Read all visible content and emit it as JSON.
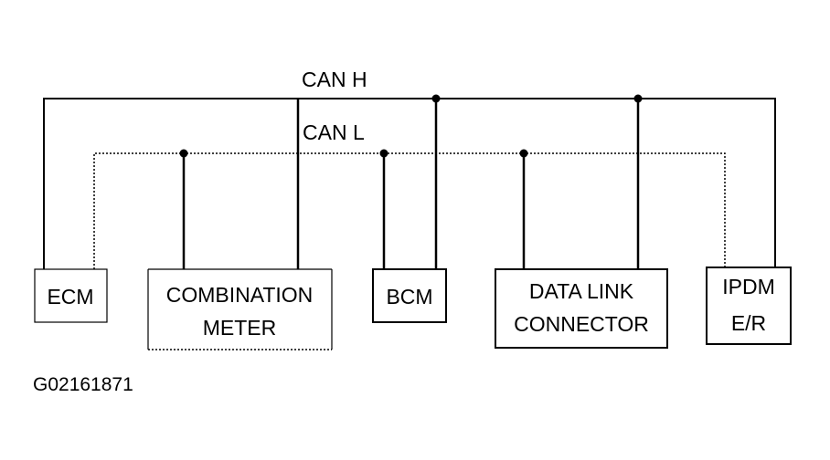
{
  "bus": {
    "can_h_label": "CAN H",
    "can_l_label": "CAN L"
  },
  "modules": {
    "ecm": {
      "line1": "ECM"
    },
    "combination_meter": {
      "line1": "COMBINATION",
      "line2": "METER"
    },
    "bcm": {
      "line1": "BCM"
    },
    "data_link_connector": {
      "line1": "DATA LINK",
      "line2": "CONNECTOR"
    },
    "ipdm": {
      "line1": "IPDM",
      "line2": "E/R"
    }
  },
  "figure_code": "G02161871"
}
